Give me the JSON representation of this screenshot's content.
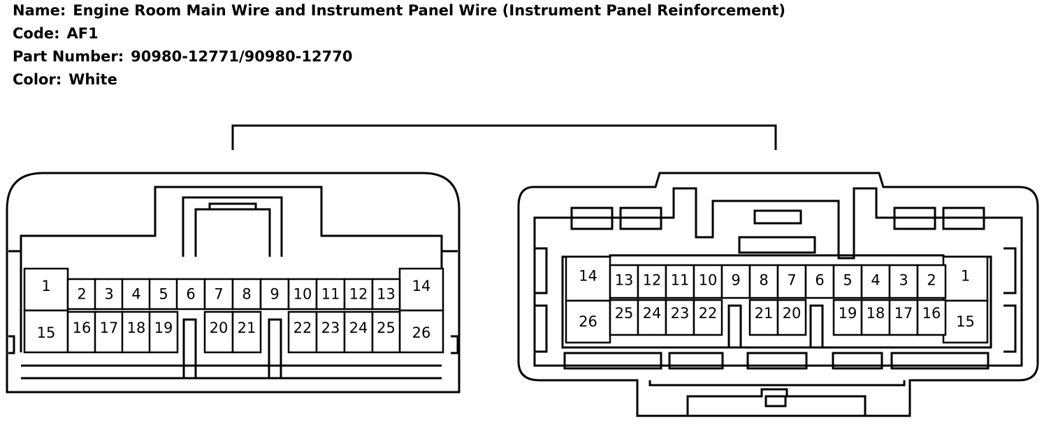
{
  "header": {
    "name_label": "Name:",
    "name_value": "Engine Room Main Wire and Instrument Panel Wire (Instrument Panel Reinforcement)",
    "code_label": "Code:",
    "code_value": "AF1",
    "part_label": "Part Number:",
    "part_value": "90980-12771/90980-12770",
    "color_label": "Color:",
    "color_value": "White"
  },
  "left_connector": {
    "pins": [
      "1",
      "2",
      "3",
      "4",
      "5",
      "6",
      "7",
      "8",
      "9",
      "10",
      "11",
      "12",
      "13",
      "14",
      "15",
      "16",
      "17",
      "18",
      "19",
      "20",
      "21",
      "22",
      "23",
      "24",
      "25",
      "26"
    ]
  },
  "right_connector": {
    "pins": [
      "1",
      "2",
      "3",
      "4",
      "5",
      "6",
      "7",
      "8",
      "9",
      "10",
      "11",
      "12",
      "13",
      "14",
      "15",
      "16",
      "17",
      "18",
      "19",
      "20",
      "21",
      "22",
      "23",
      "24",
      "25",
      "26"
    ]
  }
}
